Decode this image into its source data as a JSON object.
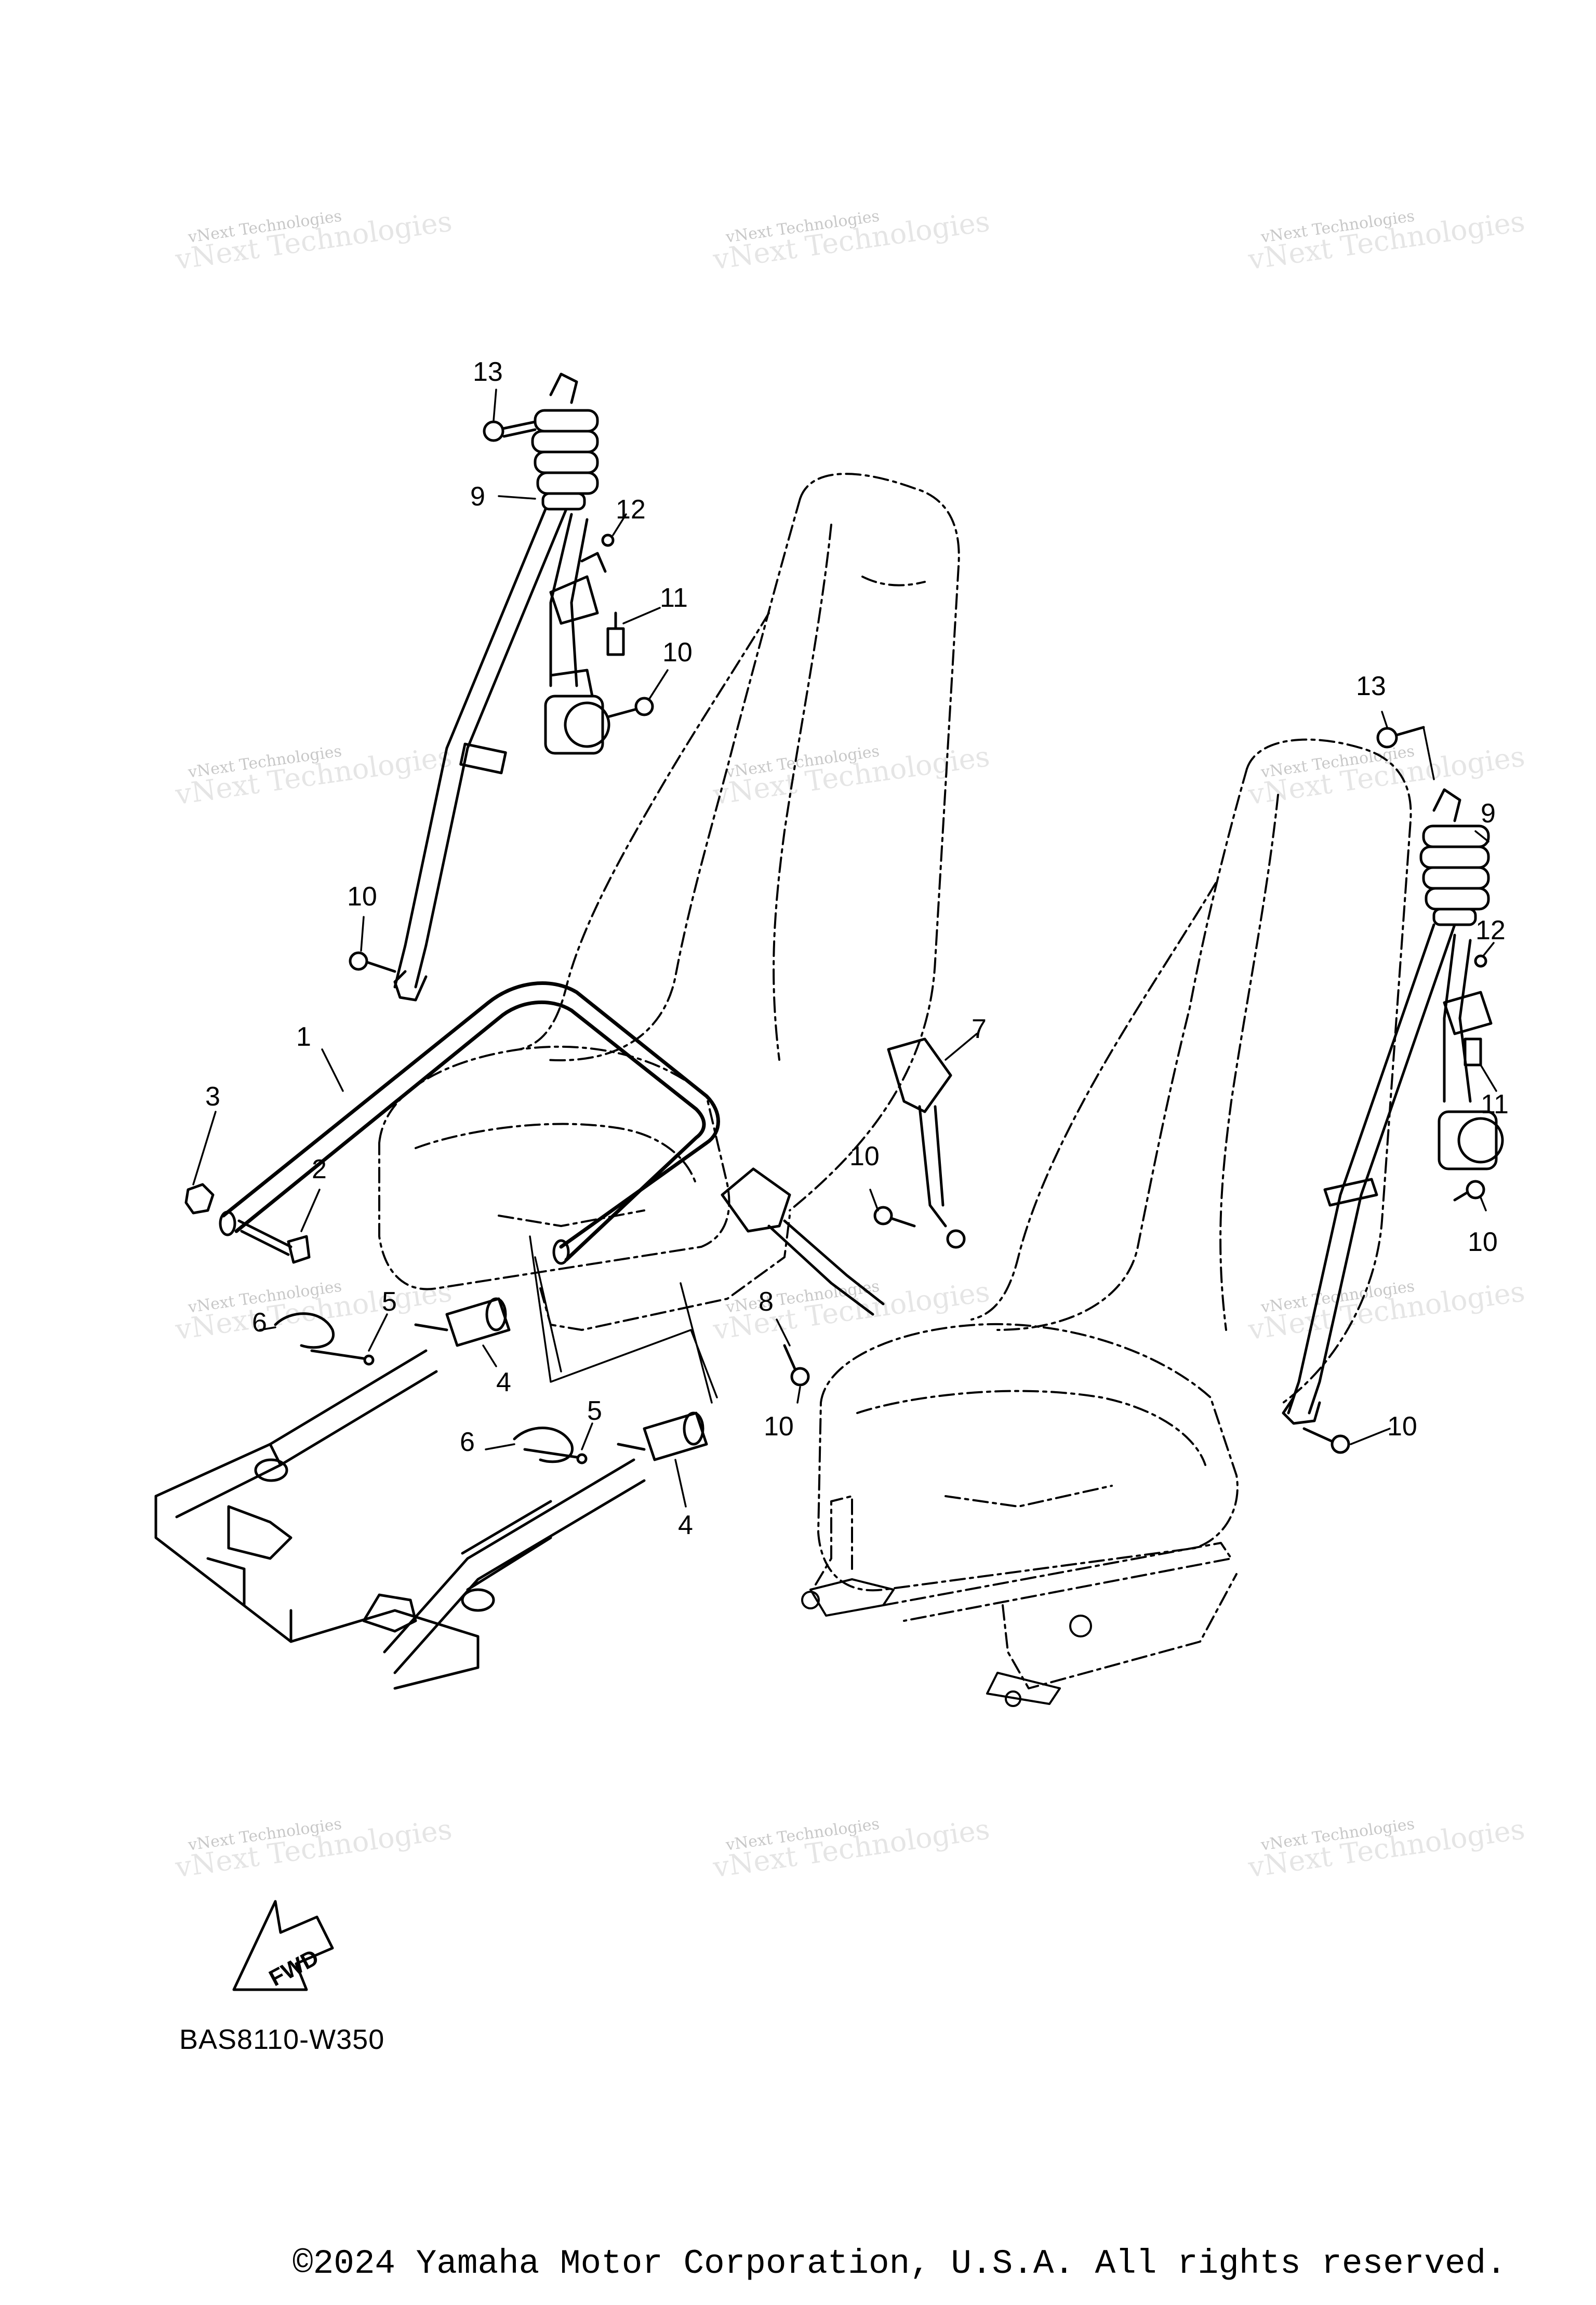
{
  "diagram": {
    "code": "BAS8110-W350",
    "copyright": "©2024 Yamaha Motor Corporation, U.S.A. All rights reserved.",
    "fwd_label": "FWD"
  },
  "watermark": {
    "line1": "vNext Technologies",
    "line2": "vNext Technologies"
  },
  "callouts": [
    {
      "id": "c13a",
      "label": "13"
    },
    {
      "id": "c9a",
      "label": "9"
    },
    {
      "id": "c12a",
      "label": "12"
    },
    {
      "id": "c11a",
      "label": "11"
    },
    {
      "id": "c10a",
      "label": "10"
    },
    {
      "id": "c10b",
      "label": "10"
    },
    {
      "id": "c1",
      "label": "1"
    },
    {
      "id": "c3",
      "label": "3"
    },
    {
      "id": "c2",
      "label": "2"
    },
    {
      "id": "c5a",
      "label": "5"
    },
    {
      "id": "c6a",
      "label": "6"
    },
    {
      "id": "c4a",
      "label": "4"
    },
    {
      "id": "c5b",
      "label": "5"
    },
    {
      "id": "c6b",
      "label": "6"
    },
    {
      "id": "c4b",
      "label": "4"
    },
    {
      "id": "c7",
      "label": "7"
    },
    {
      "id": "c10c",
      "label": "10"
    },
    {
      "id": "c8",
      "label": "8"
    },
    {
      "id": "c10d",
      "label": "10"
    },
    {
      "id": "c13b",
      "label": "13"
    },
    {
      "id": "c9b",
      "label": "9"
    },
    {
      "id": "c12b",
      "label": "12"
    },
    {
      "id": "c11b",
      "label": "11"
    },
    {
      "id": "c10e",
      "label": "10"
    },
    {
      "id": "c10f",
      "label": "10"
    }
  ]
}
